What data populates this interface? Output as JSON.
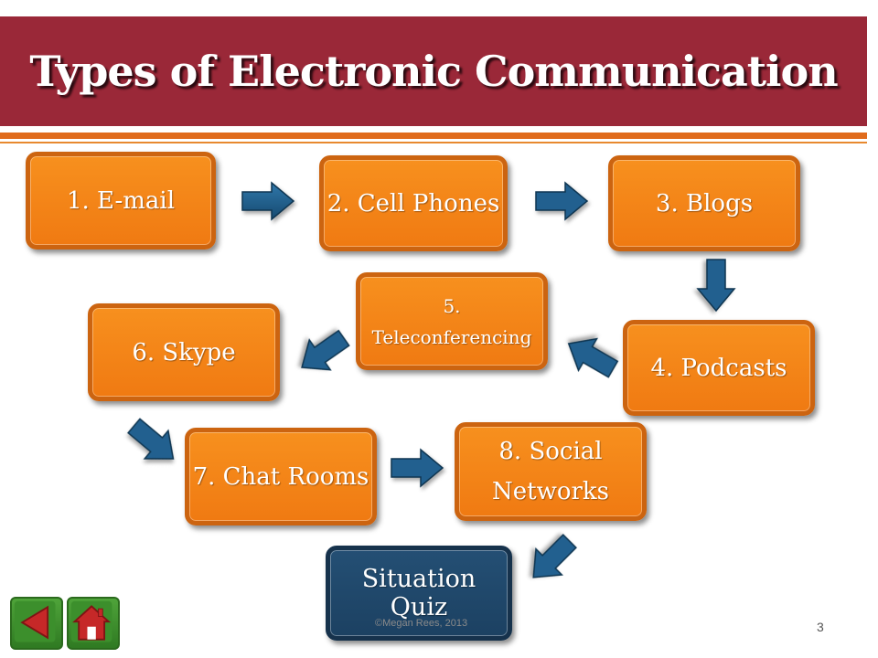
{
  "slide": {
    "title": "Types of Electronic Communication",
    "footer": "©Megan Rees, 2013",
    "page_number": "3"
  },
  "steps": [
    {
      "label": "1. E-mail"
    },
    {
      "label": "2. Cell Phones"
    },
    {
      "label": "3. Blogs"
    },
    {
      "label": "4. Podcasts"
    },
    {
      "label_line1": "5.",
      "label_line2": "Teleconferencing"
    },
    {
      "label": "6. Skype"
    },
    {
      "label": "7. Chat Rooms"
    },
    {
      "label_line1": "8. Social",
      "label_line2": "Networks"
    }
  ],
  "quiz": {
    "label": "Situation Quiz"
  },
  "icons": {
    "back": "back-triangle-icon",
    "home": "home-icon",
    "arrow": "arrow-icon"
  },
  "colors": {
    "title_bar": "#9a2838",
    "accent_rule": "#e06b1c",
    "step_box": "#f7901e",
    "quiz_box": "#1f4567",
    "arrow": "#1f5a84",
    "nav_button": "#3c8f2c",
    "nav_icon": "#c62828"
  }
}
